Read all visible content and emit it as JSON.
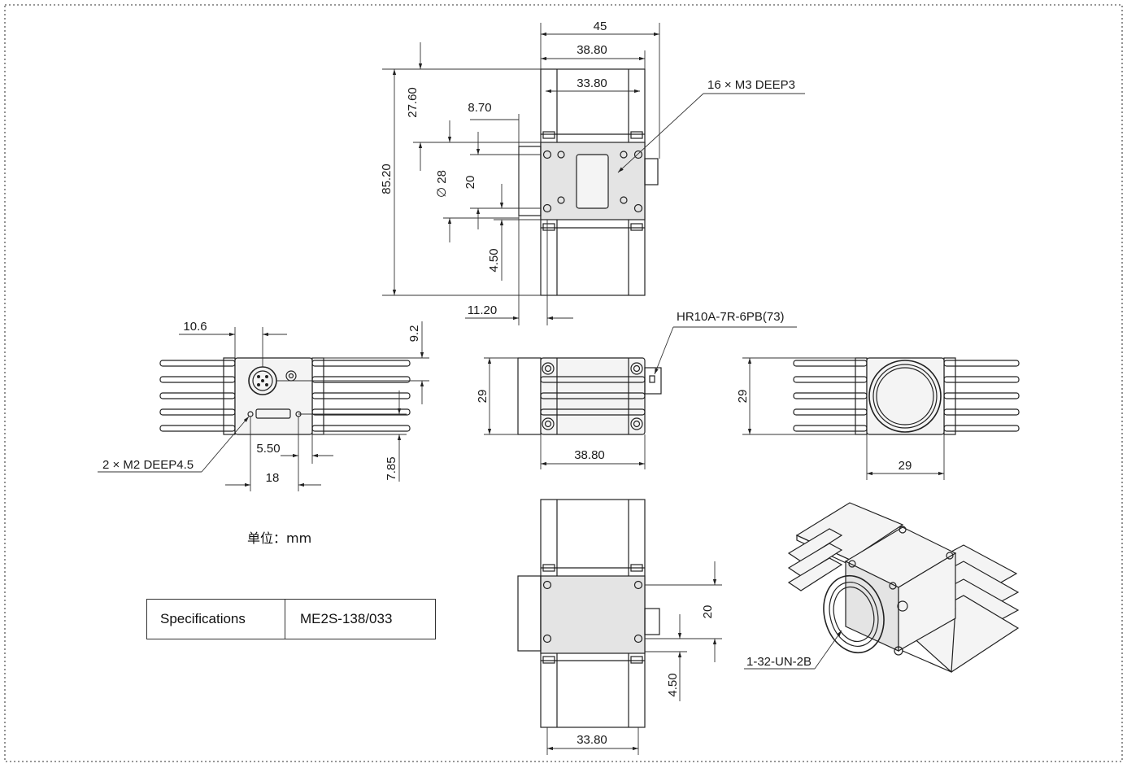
{
  "dimensions": {
    "top_w45": "45",
    "top_w3880": "38.80",
    "top_w3380": "33.80",
    "h2760": "27.60",
    "h8520": "85.20",
    "h870": "8.70",
    "dia28": "∅ 28",
    "h20": "20",
    "h450": "4.50",
    "w1120": "11.20",
    "rear_106": "10.6",
    "rear_92": "9.2",
    "rear_550": "5.50",
    "rear_785": "7.85",
    "rear_18": "18",
    "side_29": "29",
    "side_3880": "38.80",
    "front_29v": "29",
    "front_29h": "29",
    "bottom_20": "20",
    "bottom_450": "4.50",
    "bottom_3380": "33.80"
  },
  "callouts": {
    "mount_holes": "16 × M3 DEEP3",
    "connector": "HR10A-7R-6PB(73)",
    "rear_holes": "2 × M2 DEEP4.5",
    "lens_thread": "1-32-UN-2B"
  },
  "unit_label": "单位：mm",
  "spec": {
    "label": "Specifications",
    "model": "ME2S-138/033"
  }
}
